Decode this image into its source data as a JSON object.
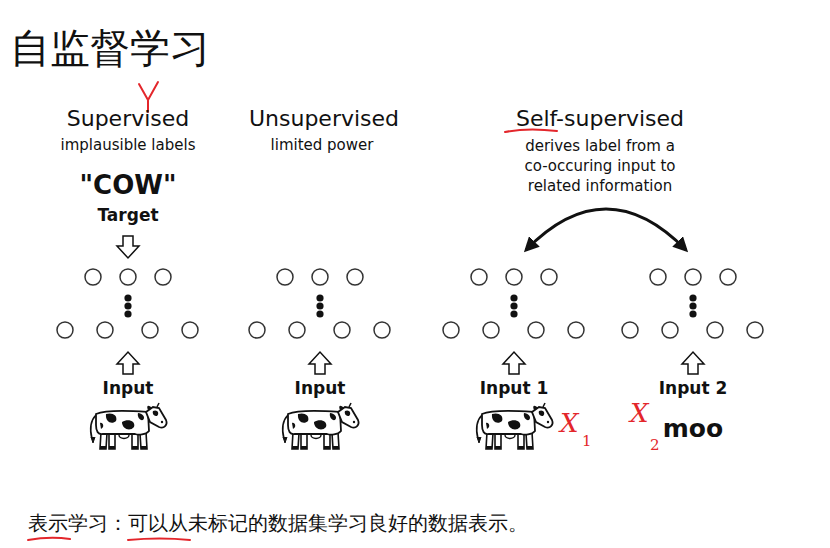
{
  "diagram": {
    "title": "自监督学习",
    "caption": "表示学习：可以从未标记的数据集学习良好的数据表示。",
    "labels": [
      "Supervised",
      "implausible labels",
      "\"COW\"",
      "Target",
      "Input",
      "Unsupervised",
      "limited power",
      "Input",
      "Self-supervised",
      "derives label from a co-occuring input to related information",
      "Input 1",
      "Input 2",
      "moo",
      "X",
      "1",
      "X",
      "2"
    ]
  }
}
